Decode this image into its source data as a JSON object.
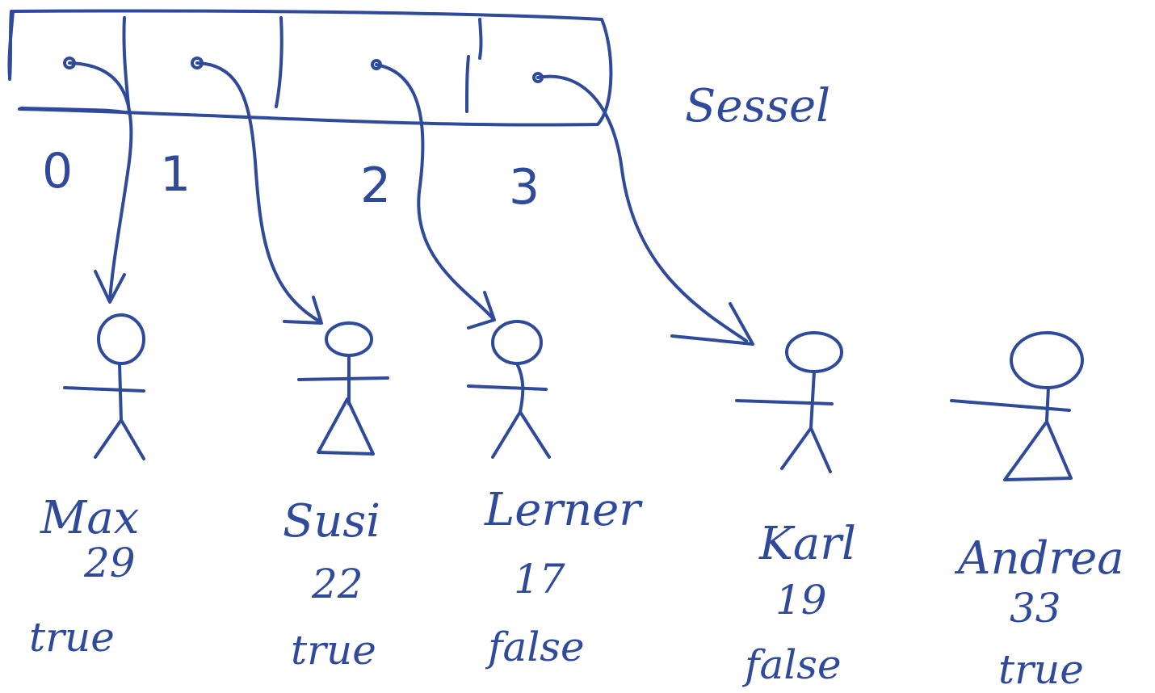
{
  "array_name": "Sessel",
  "indices": [
    "0",
    "1",
    "2",
    "3"
  ],
  "persons": [
    {
      "name": "Max",
      "age": "29",
      "flag": "true",
      "figure": "male-stick-figure-icon"
    },
    {
      "name": "Susi",
      "age": "22",
      "flag": "true",
      "figure": "female-stick-figure-icon"
    },
    {
      "name": "Lerner",
      "age": "17",
      "flag": "false",
      "figure": "male-stick-figure-icon"
    },
    {
      "name": "Karl",
      "age": "19",
      "flag": "false",
      "figure": "male-stick-figure-icon"
    },
    {
      "name": "Andrea",
      "age": "33",
      "flag": "true",
      "figure": "female-stick-figure-icon"
    }
  ],
  "ink_color": "#2f4a9a"
}
